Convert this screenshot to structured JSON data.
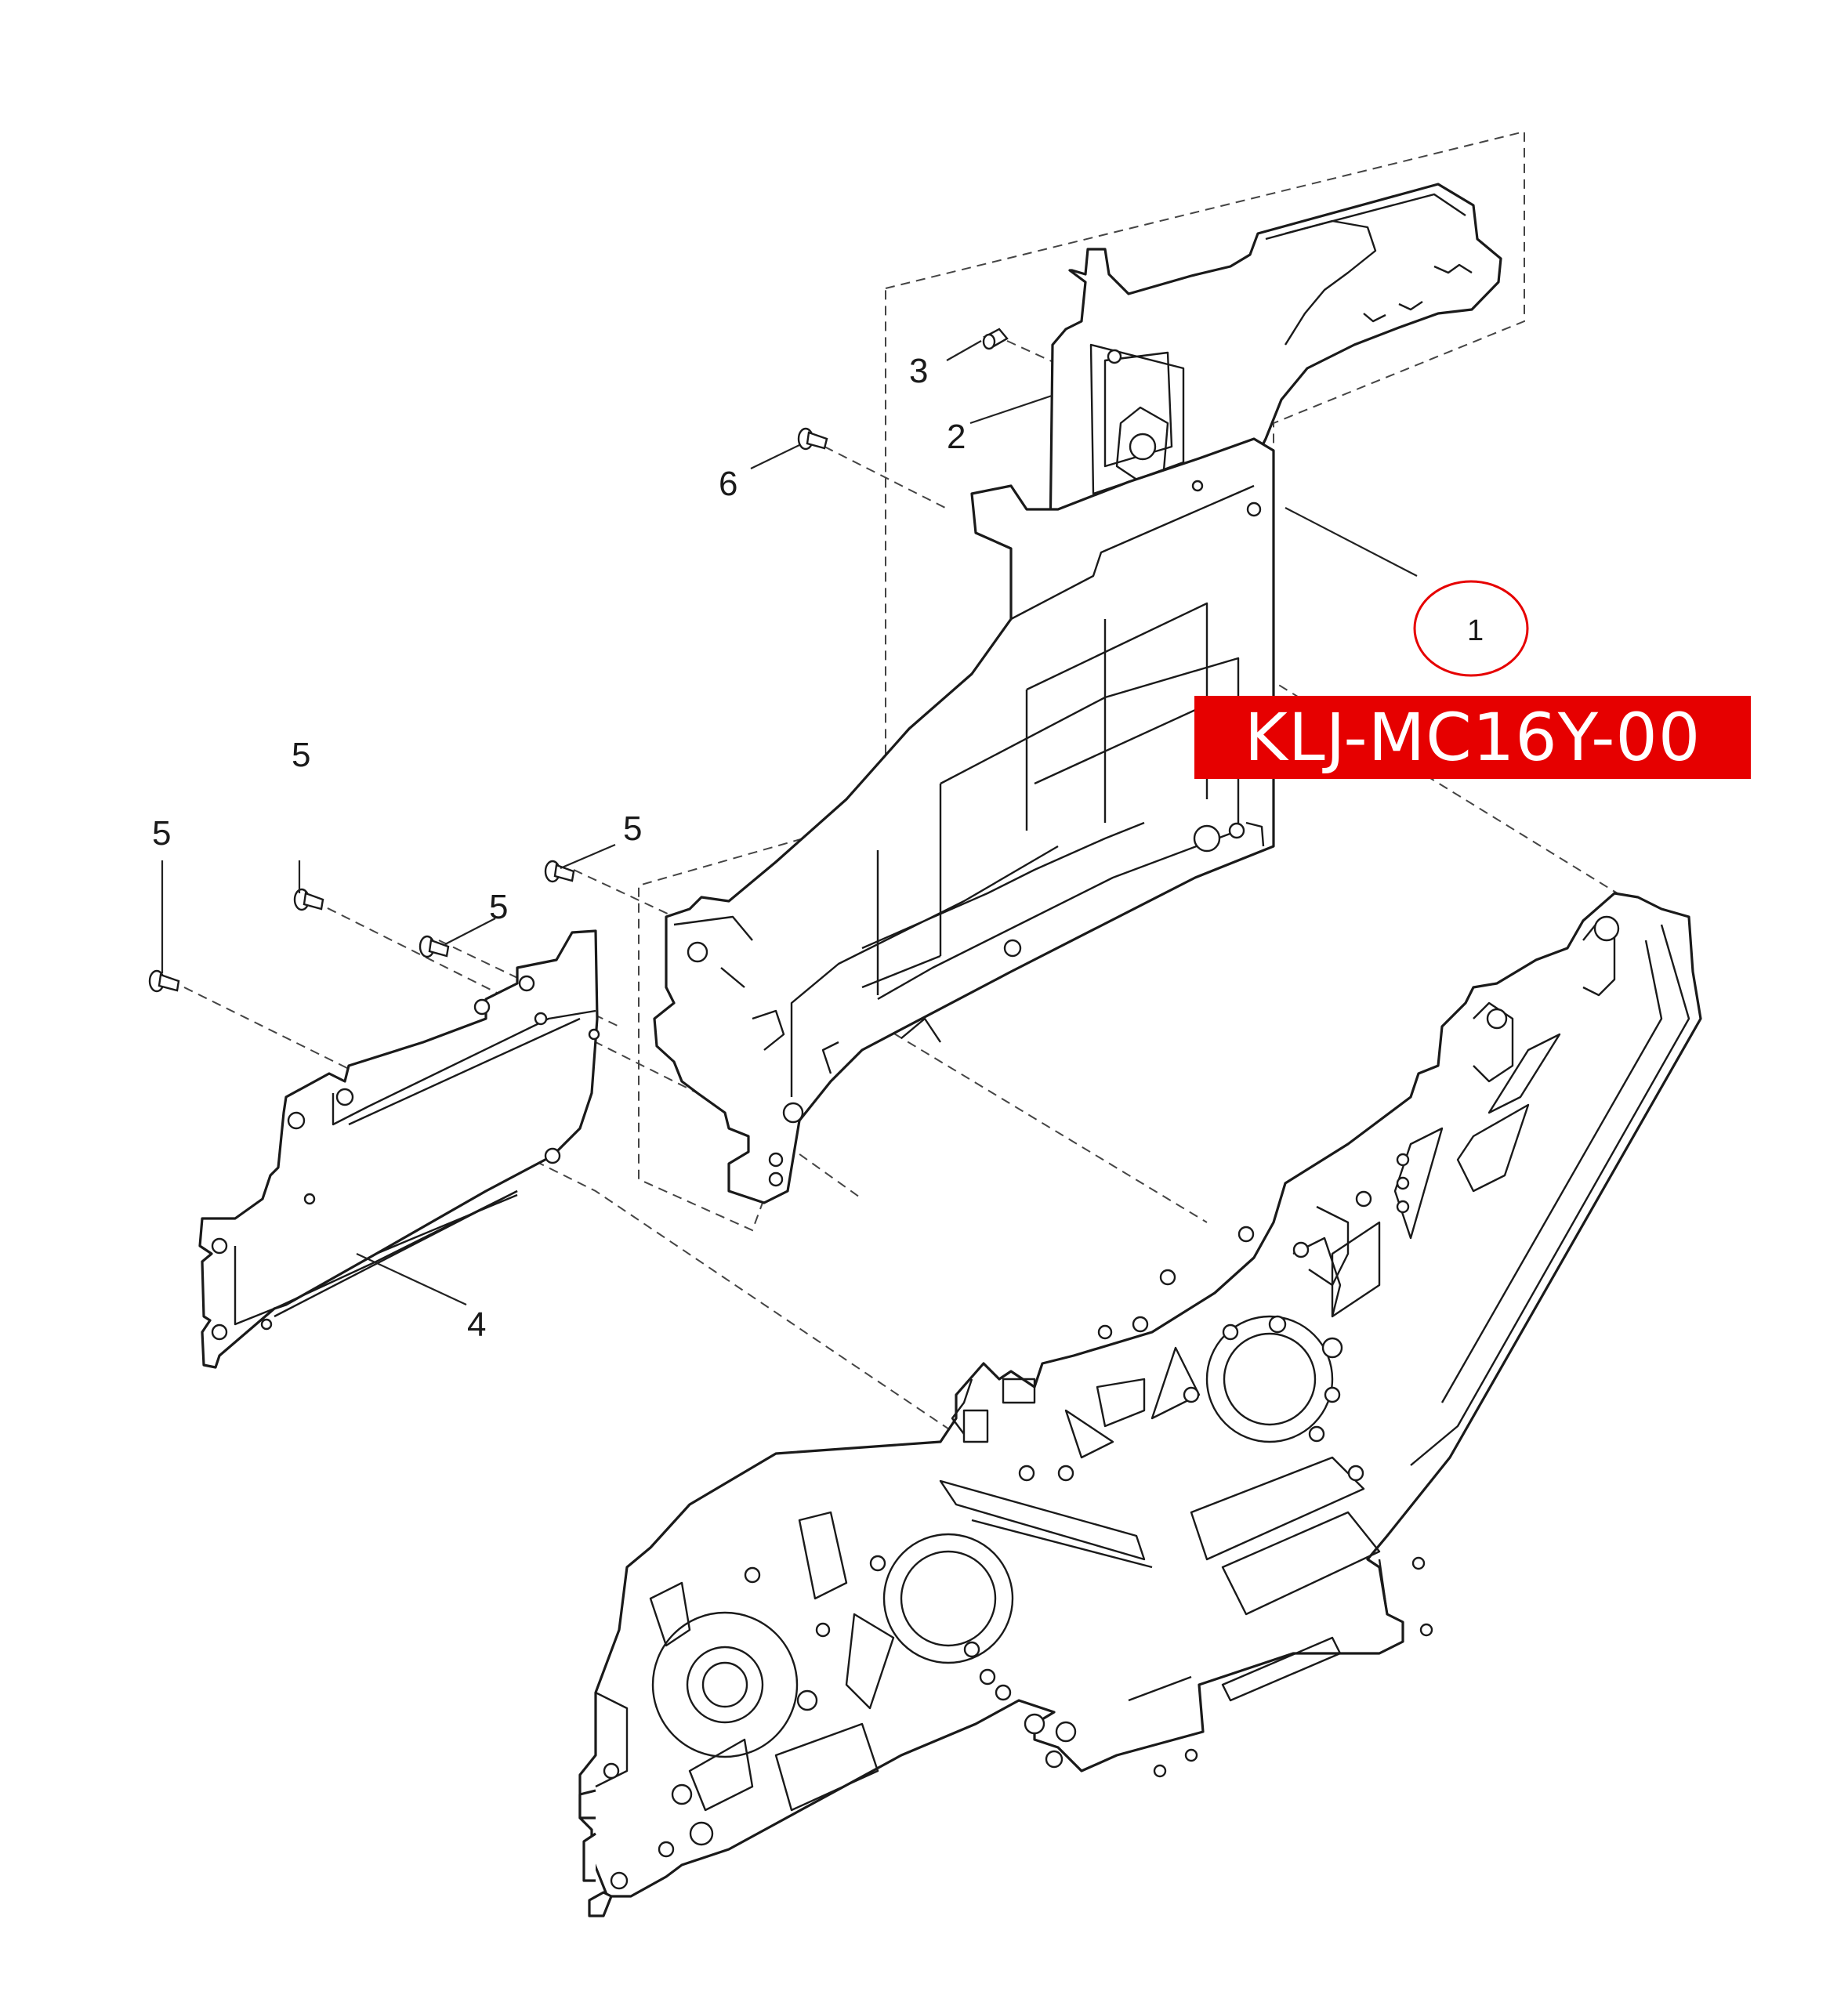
{
  "callouts": {
    "c1": "1",
    "c2": "2",
    "c3": "3",
    "c4": "4",
    "c5a": "5",
    "c5b": "5",
    "c5c": "5",
    "c5d": "5",
    "c6": "6"
  },
  "part_code": "KLJ-MC16Y-00",
  "colors": {
    "highlight_circle": "#e60000",
    "banner_background": "#e60000",
    "banner_text": "#ffffff",
    "line_art": "#1a1a1a"
  }
}
